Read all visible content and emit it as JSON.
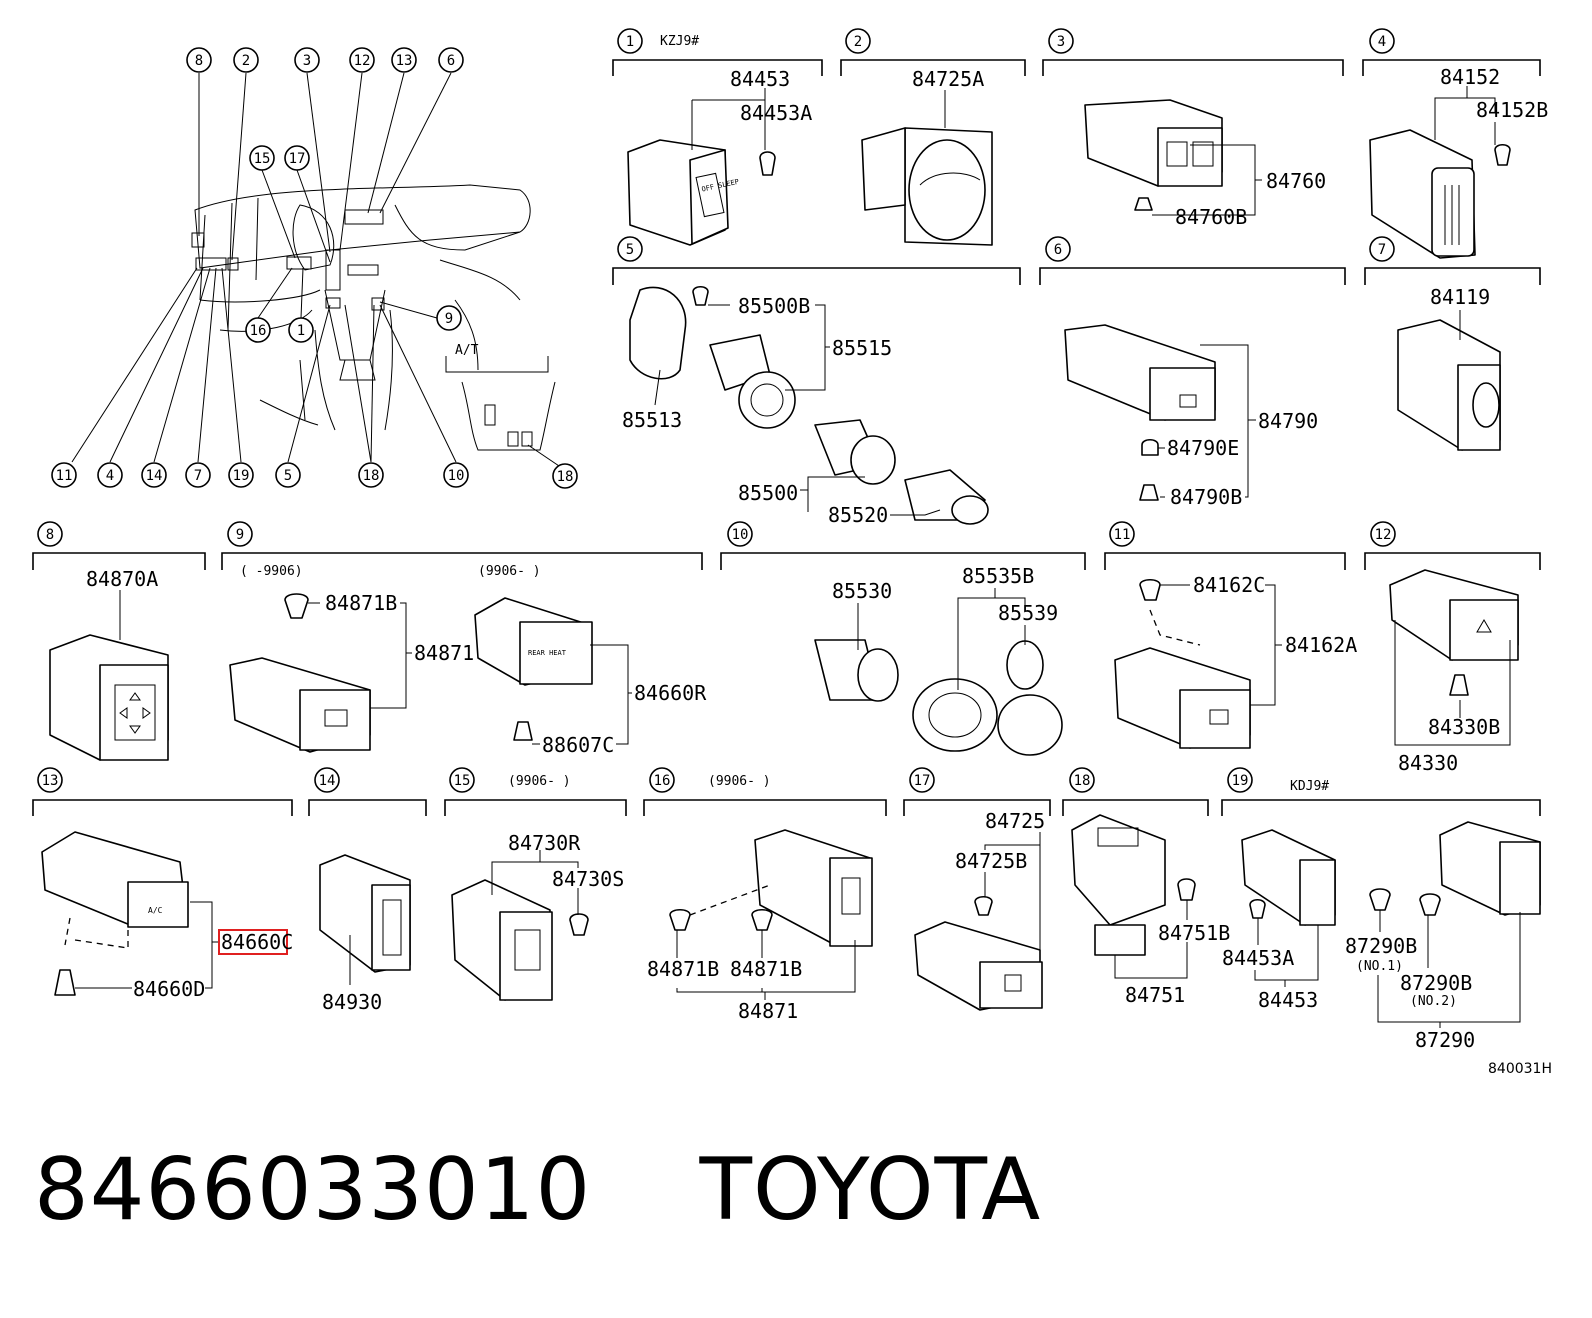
{
  "callouts": [
    "1",
    "2",
    "3",
    "4",
    "5",
    "6",
    "7",
    "8",
    "9",
    "10",
    "11",
    "12",
    "13",
    "14",
    "15",
    "16",
    "17",
    "18",
    "19"
  ],
  "overview": {
    "top_callouts": [
      "8",
      "2",
      "3",
      "12",
      "13",
      "6"
    ],
    "upper_callouts": [
      "15",
      "17"
    ],
    "mid_callouts": [
      "16",
      "1",
      "9"
    ],
    "bottom_callouts": [
      "11",
      "4",
      "14",
      "7",
      "19",
      "5",
      "18",
      "10"
    ],
    "inset_label": "A/T",
    "inset_callout": "18"
  },
  "sections": [
    {
      "id": "1",
      "note": "KZJ9#",
      "parts": [
        "84453",
        "84453A"
      ]
    },
    {
      "id": "2",
      "parts": [
        "84725A"
      ]
    },
    {
      "id": "3",
      "parts": [
        "84760",
        "84760B"
      ]
    },
    {
      "id": "4",
      "parts": [
        "84152",
        "84152B"
      ]
    },
    {
      "id": "5",
      "parts": [
        "85500B",
        "85515",
        "85513",
        "85500",
        "85520"
      ]
    },
    {
      "id": "6",
      "parts": [
        "84790",
        "84790E",
        "84790B"
      ]
    },
    {
      "id": "7",
      "parts": [
        "84119"
      ]
    },
    {
      "id": "8",
      "parts": [
        "84870A"
      ]
    },
    {
      "id": "9",
      "note_a": "(    -9906)",
      "note_b": "(9906-     )",
      "parts": [
        "84871B",
        "84871",
        "84660R",
        "88607C"
      ]
    },
    {
      "id": "10",
      "parts": [
        "85530",
        "85535B",
        "85539"
      ]
    },
    {
      "id": "11",
      "parts": [
        "84162C",
        "84162A"
      ]
    },
    {
      "id": "12",
      "parts": [
        "84330B",
        "84330"
      ]
    },
    {
      "id": "13",
      "parts": [
        "84660C",
        "84660D"
      ]
    },
    {
      "id": "14",
      "parts": [
        "84930"
      ]
    },
    {
      "id": "15",
      "note": "(9906-     )",
      "parts": [
        "84730R",
        "84730S"
      ]
    },
    {
      "id": "16",
      "note": "(9906-     )",
      "parts": [
        "84871B",
        "84871B",
        "84871"
      ]
    },
    {
      "id": "17",
      "parts": [
        "84725",
        "84725B"
      ]
    },
    {
      "id": "18",
      "parts": [
        "84751B",
        "84751"
      ]
    },
    {
      "id": "19",
      "note": "KDJ9#",
      "parts": [
        "84453A",
        "84453",
        "87290B",
        "(NO.1)",
        "87290B",
        "(NO.2)",
        "87290"
      ]
    }
  ],
  "switch_labels": {
    "sec1": "OFF SLEEP",
    "sec9": "REAR HEAT",
    "sec13": "A/C"
  },
  "diagram_code": "840031H",
  "highlight_color": "#e02020",
  "footer": {
    "part_number": "8466033010",
    "brand": "TOYOTA"
  }
}
